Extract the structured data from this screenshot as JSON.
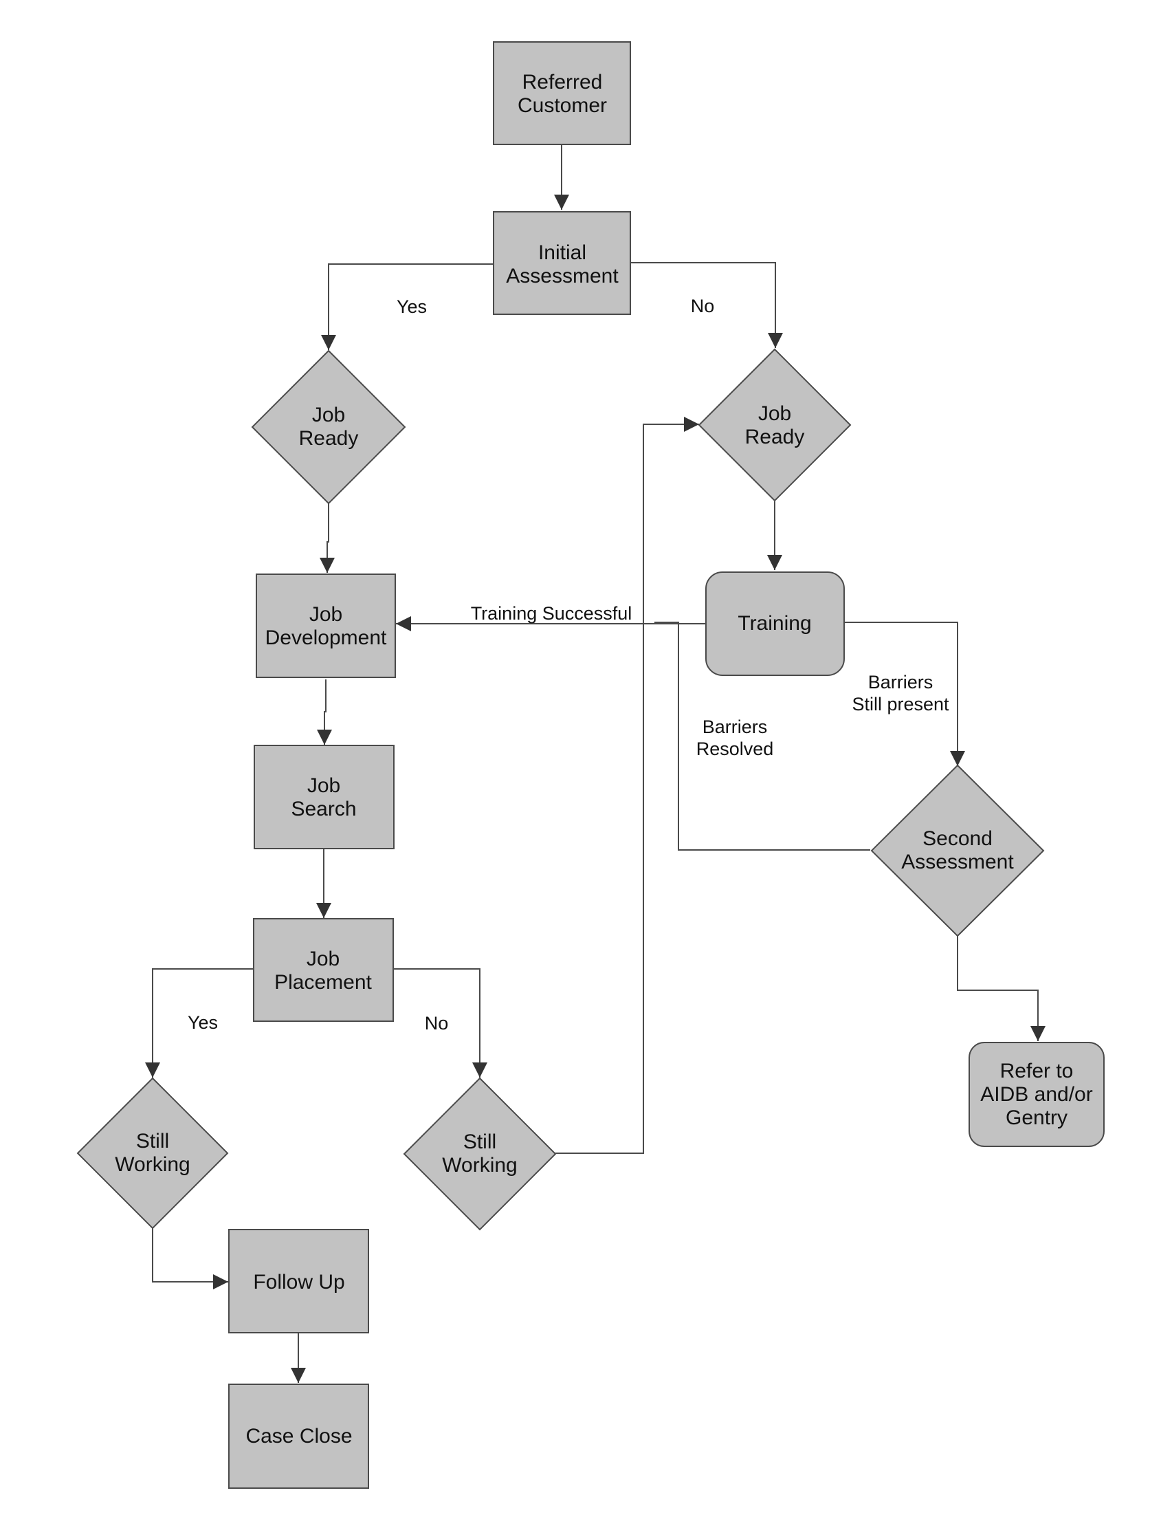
{
  "nodes": {
    "referred_customer": [
      "Referred",
      "Customer"
    ],
    "initial_assessment": [
      "Initial",
      "Assessment"
    ],
    "job_ready_left": [
      "Job",
      "Ready"
    ],
    "job_ready_right": [
      "Job",
      "Ready"
    ],
    "job_development": [
      "Job",
      "Development"
    ],
    "training": [
      "Training"
    ],
    "job_search": [
      "Job",
      "Search"
    ],
    "second_assessment": [
      "Second",
      "Assessment"
    ],
    "job_placement": [
      "Job",
      "Placement"
    ],
    "still_working_left": [
      "Still",
      "Working"
    ],
    "still_working_right": [
      "Still",
      "Working"
    ],
    "refer_to": [
      "Refer to",
      "AIDB and/or",
      "Gentry"
    ],
    "follow_up": [
      "Follow Up"
    ],
    "case_close": [
      "Case Close"
    ]
  },
  "edge_labels": {
    "yes_initial": [
      "Yes"
    ],
    "no_initial": [
      "No"
    ],
    "training_successful": [
      "Training Successful"
    ],
    "barriers_still_present": [
      "Barriers",
      "Still present"
    ],
    "barriers_resolved": [
      "Barriers",
      "Resolved"
    ],
    "yes_placement": [
      "Yes"
    ],
    "no_placement": [
      "No"
    ]
  },
  "colors": {
    "node_fill": "#c2c2c2",
    "stroke": "#4a4a4a",
    "text": "#111111"
  }
}
